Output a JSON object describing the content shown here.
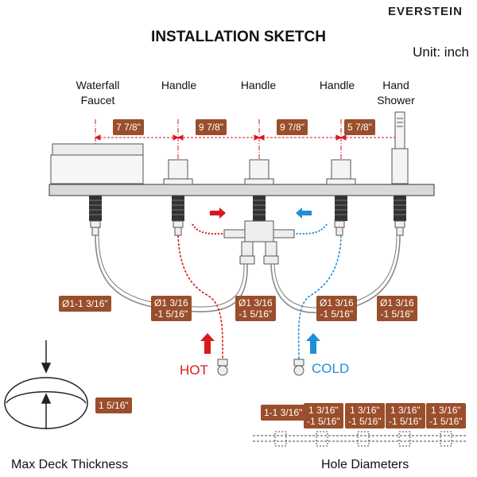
{
  "brand": "EVERSTEIN",
  "title": "INSTALLATION SKETCH",
  "unit": "Unit: inch",
  "components": [
    {
      "line1": "Waterfall",
      "line2": "Faucet"
    },
    {
      "line1": "Handle",
      "line2": ""
    },
    {
      "line1": "Handle",
      "line2": ""
    },
    {
      "line1": "Handle",
      "line2": ""
    },
    {
      "line1": "Hand",
      "line2": "Shower"
    }
  ],
  "spacings": [
    "7 7/8\"",
    "9 7/8\"",
    "9 7/8\"",
    "5 7/8\""
  ],
  "hole_sizes": [
    {
      "line1": "Ø1-1 3/16\"",
      "line2": ""
    },
    {
      "line1": "Ø1 3/16",
      "line2": "-1 5/16\""
    },
    {
      "line1": "Ø1 3/16",
      "line2": "-1 5/16\""
    },
    {
      "line1": "Ø1 3/16",
      "line2": "-1 5/16\""
    },
    {
      "line1": "Ø1 3/16",
      "line2": "-1 5/16\""
    }
  ],
  "hot_label": "HOT",
  "cold_label": "COLD",
  "hot_color": "#d7191c",
  "cold_color": "#1f8fd6",
  "tag_color": "#9a4e2b",
  "deck_thickness": "1 5/16\"",
  "deck_caption": "Max Deck Thickness",
  "hole_diameters": [
    {
      "line1": "1-1 3/16\"",
      "line2": ""
    },
    {
      "line1": "1 3/16\"",
      "line2": "-1 5/16\""
    },
    {
      "line1": "1 3/16\"",
      "line2": "-1 5/16\""
    },
    {
      "line1": "1 3/16\"",
      "line2": "-1 5/16\""
    },
    {
      "line1": "1 3/16\"",
      "line2": "-1 5/16\""
    }
  ],
  "hole_caption": "Hole Diameters"
}
